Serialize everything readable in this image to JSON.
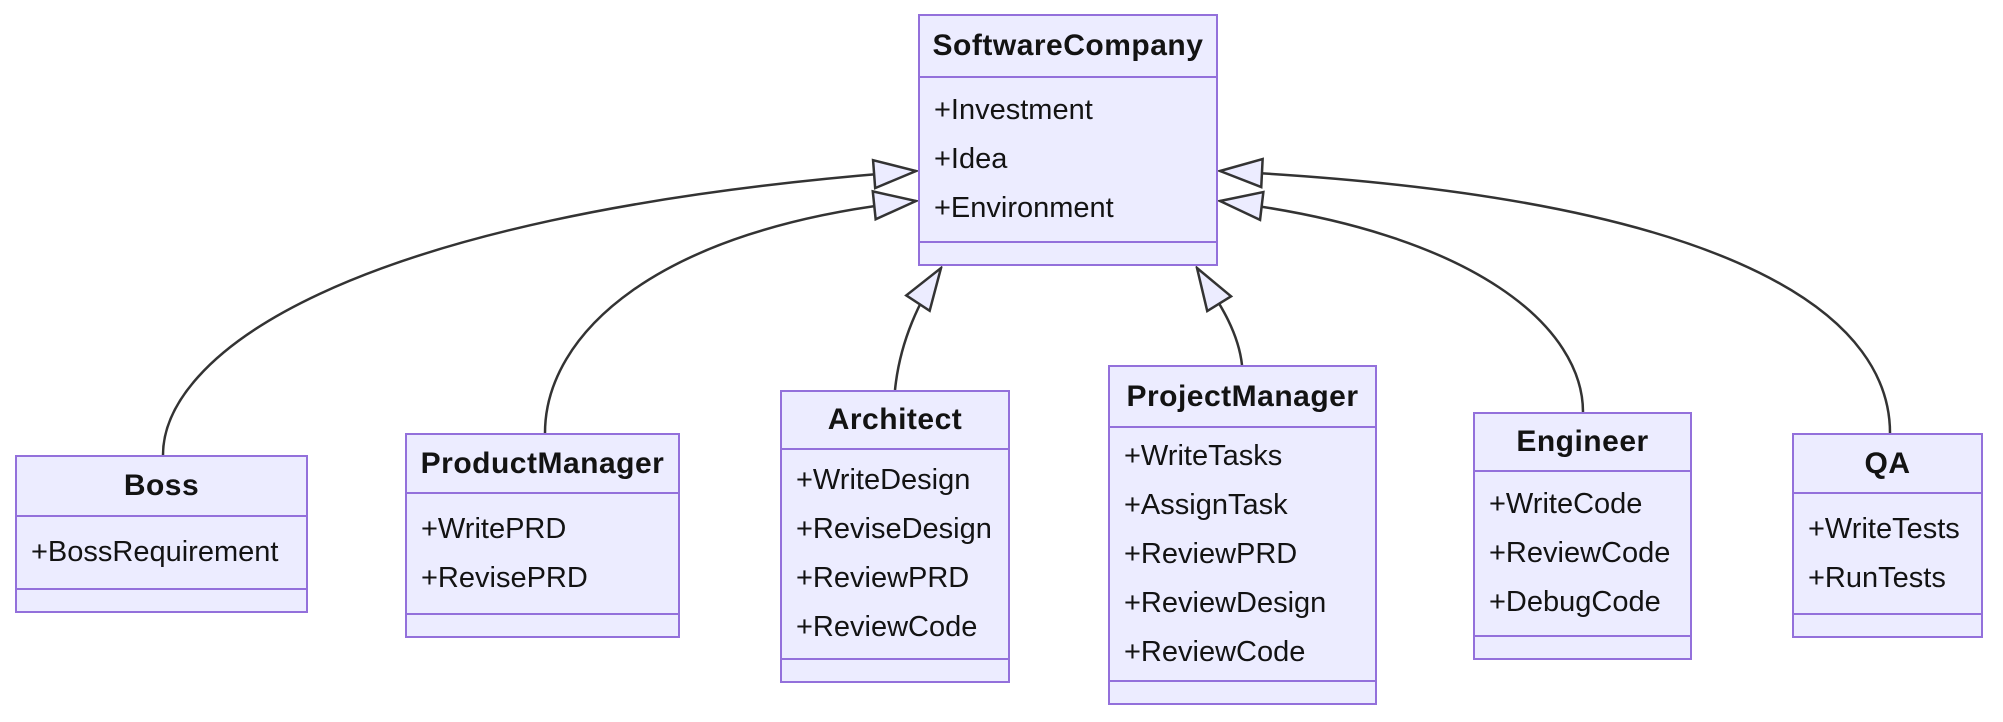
{
  "diagram": {
    "kind": "uml-class-diagram",
    "relationship_type": "inheritance"
  },
  "colors": {
    "node_fill": "#ECECFF",
    "node_border": "#9370DB",
    "edge_line": "#333333",
    "text": "#131313",
    "background": "#ffffff"
  },
  "classes": [
    {
      "name": "SoftwareCompany",
      "attributes": [
        "+Investment",
        "+Idea",
        "+Environment"
      ]
    },
    {
      "name": "Boss",
      "attributes": [
        "+BossRequirement"
      ]
    },
    {
      "name": "ProductManager",
      "attributes": [
        "+WritePRD",
        "+RevisePRD"
      ]
    },
    {
      "name": "Architect",
      "attributes": [
        "+WriteDesign",
        "+ReviseDesign",
        "+ReviewPRD",
        "+ReviewCode"
      ]
    },
    {
      "name": "ProjectManager",
      "attributes": [
        "+WriteTasks",
        "+AssignTask",
        "+ReviewPRD",
        "+ReviewDesign",
        "+ReviewCode"
      ]
    },
    {
      "name": "Engineer",
      "attributes": [
        "+WriteCode",
        "+ReviewCode",
        "+DebugCode"
      ]
    },
    {
      "name": "QA",
      "attributes": [
        "+WriteTests",
        "+RunTests"
      ]
    }
  ],
  "relationships": [
    {
      "from": "Boss",
      "to": "SoftwareCompany",
      "type": "inheritance"
    },
    {
      "from": "ProductManager",
      "to": "SoftwareCompany",
      "type": "inheritance"
    },
    {
      "from": "Architect",
      "to": "SoftwareCompany",
      "type": "inheritance"
    },
    {
      "from": "ProjectManager",
      "to": "SoftwareCompany",
      "type": "inheritance"
    },
    {
      "from": "Engineer",
      "to": "SoftwareCompany",
      "type": "inheritance"
    },
    {
      "from": "QA",
      "to": "SoftwareCompany",
      "type": "inheritance"
    }
  ]
}
